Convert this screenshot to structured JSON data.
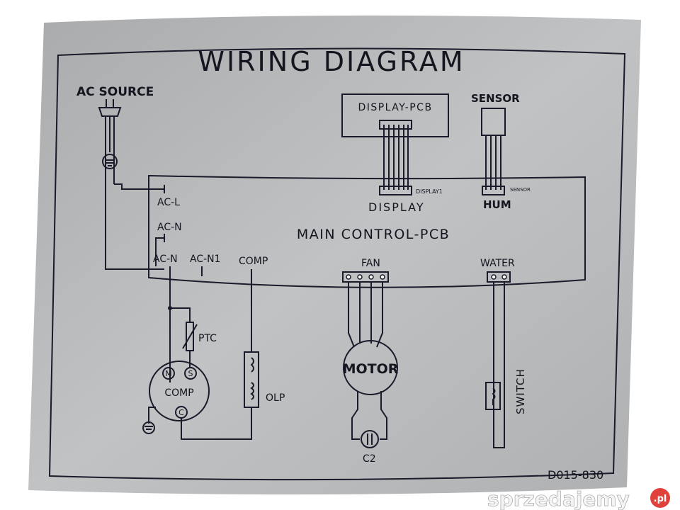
{
  "title": "WIRING DIAGRAM",
  "labels": {
    "ac_source": "AC SOURCE",
    "display_pcb": "DISPLAY-PCB",
    "sensor": "SENSOR",
    "display1": "DISPLAY1",
    "sensor_small": "SENSOR",
    "display": "DISPLAY",
    "hum": "HUM",
    "ac_l": "AC-L",
    "ac_n_top": "AC-N",
    "main_pcb": "MAIN CONTROL-PCB",
    "ac_n": "AC-N",
    "ac_n1": "AC-N1",
    "comp_terminal": "COMP",
    "fan": "FAN",
    "water": "WATER",
    "ptc": "PTC",
    "m": "M",
    "s": "S",
    "c": "C",
    "comp_motor": "COMP",
    "olp": "OLP",
    "motor": "MOTOR",
    "c2": "C2",
    "switch": "SWITCH",
    "part_number": "D015-830"
  },
  "watermark": {
    "text": "sprzedajemy",
    "badge": ".pl",
    "badge_color": "#e0413c"
  },
  "colors": {
    "label_bg": "#b4b6b8",
    "ink": "#1a1a2a"
  }
}
